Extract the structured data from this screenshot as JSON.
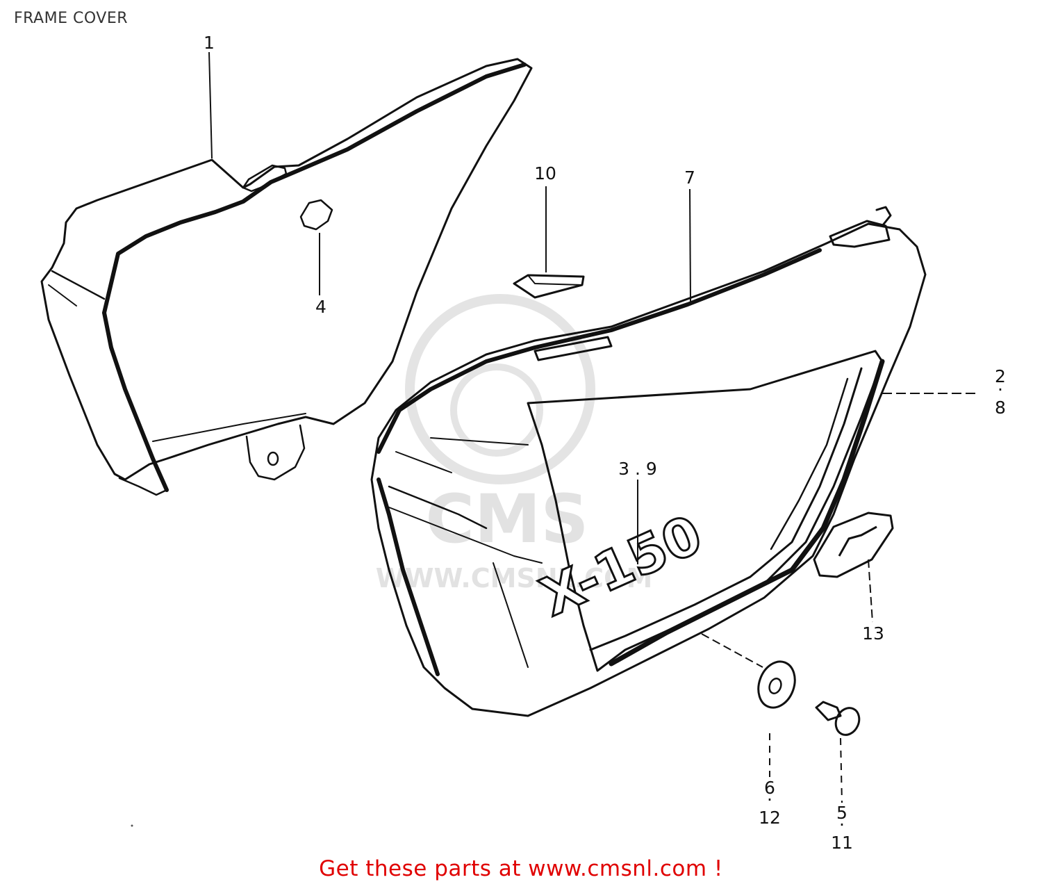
{
  "title": "FRAME COVER",
  "footer_link_text": "Get these parts at www.cmsnl.com !",
  "colors": {
    "line": "#111111",
    "watermark": "#e2e2e2",
    "promo": "#e00000"
  },
  "watermark": {
    "brand": "CMS",
    "url": "WWW.CMSNL.COM"
  },
  "emblem_text": "X-150",
  "callouts": {
    "part_1": "1",
    "part_2_8": "2 . 8",
    "part_3_9": "3 . 9",
    "part_4": "4",
    "part_5_11": "5 . 11",
    "part_6_12": "6 . 12",
    "part_7": "7",
    "part_10": "10",
    "part_13": "13"
  }
}
